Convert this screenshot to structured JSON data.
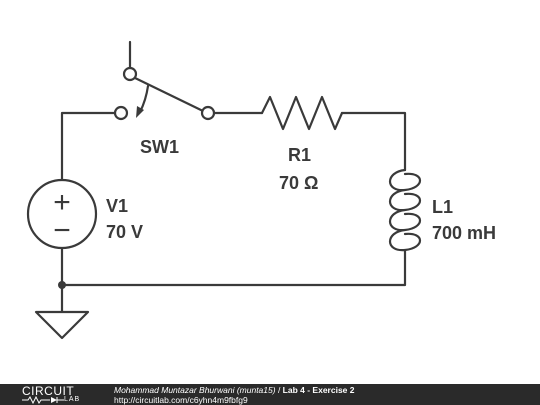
{
  "components": {
    "switch": {
      "label": "SW1"
    },
    "resistor": {
      "name": "R1",
      "value": "70 Ω"
    },
    "source": {
      "name": "V1",
      "value": "70 V",
      "plus": "+",
      "minus": "−"
    },
    "inductor": {
      "name": "L1",
      "value": "700 mH"
    }
  },
  "footer": {
    "logo_top": "CIRCUIT",
    "logo_bottom": "LAB",
    "author": "Mohammad Muntazar Bhurwani (munta15)",
    "separator": " / ",
    "title": "Lab 4 - Exercise 2",
    "url": "http://circuitlab.com/c6yhn4m9fbfg9"
  }
}
